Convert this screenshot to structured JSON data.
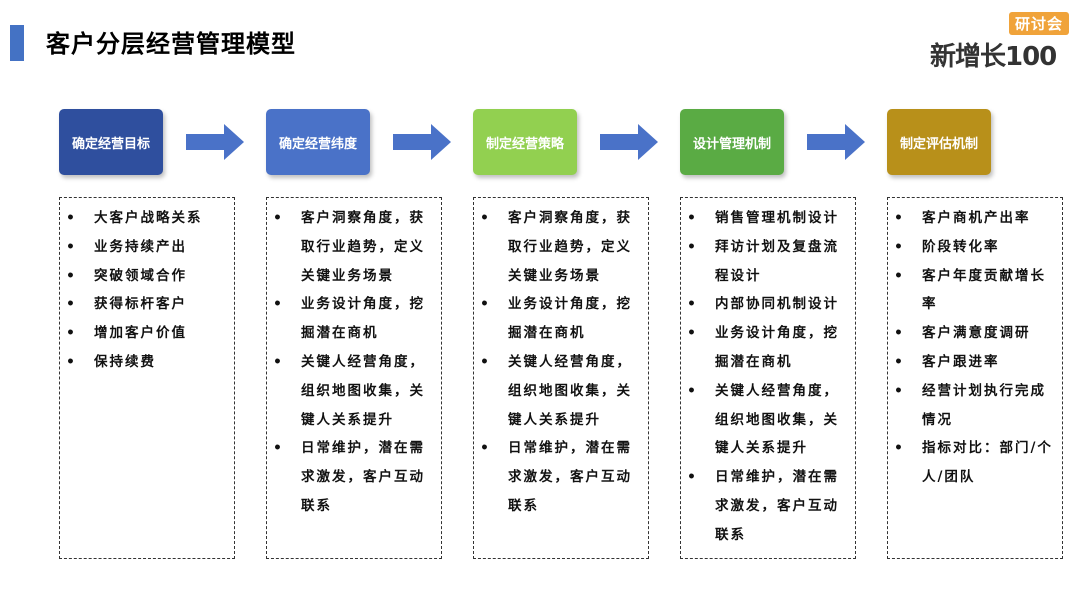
{
  "title": "客户分层经营管理模型",
  "logo": {
    "badge": "研讨会",
    "text": "新增长100"
  },
  "stages": [
    {
      "label": "确定经营目标",
      "color": "#2f4f9e",
      "items": [
        "大客户战略关系",
        "业务持续产出",
        "突破领域合作",
        "获得标杆客户",
        "增加客户价值",
        "保持续费"
      ]
    },
    {
      "label": "确定经营纬度",
      "color": "#4a72c8",
      "items": [
        "客户洞察角度，获取行业趋势，定义关键业务场景",
        "业务设计角度，挖掘潜在商机",
        "关键人经营角度，组织地图收集，关键人关系提升",
        "日常维护，潜在需求激发，客户互动联系"
      ]
    },
    {
      "label": "制定经营策略",
      "color": "#92d050",
      "items": [
        "客户洞察角度，获取行业趋势，定义关键业务场景",
        "业务设计角度，挖掘潜在商机",
        "关键人经营角度，组织地图收集，关键人关系提升",
        "日常维护，潜在需求激发，客户互动联系"
      ]
    },
    {
      "label": "设计管理机制",
      "color": "#5aab44",
      "items": [
        "销售管理机制设计",
        "拜访计划及复盘流程设计",
        "内部协同机制设计",
        "业务设计角度，挖掘潜在商机",
        "关键人经营角度，组织地图收集，关键人关系提升",
        "日常维护，潜在需求激发，客户互动联系"
      ]
    },
    {
      "label": "制定评估机制",
      "color": "#b8901a",
      "items": [
        "客户商机产出率",
        "阶段转化率",
        "客户年度贡献增长率",
        "客户满意度调研",
        "客户跟进率",
        "经营计划执行完成情况",
        "指标对比：部门/个人/团队"
      ]
    }
  ],
  "icons": {
    "arrow": "right-arrow-icon",
    "bullet": "bullet-dot"
  },
  "arrow_color": "#4a72c8"
}
